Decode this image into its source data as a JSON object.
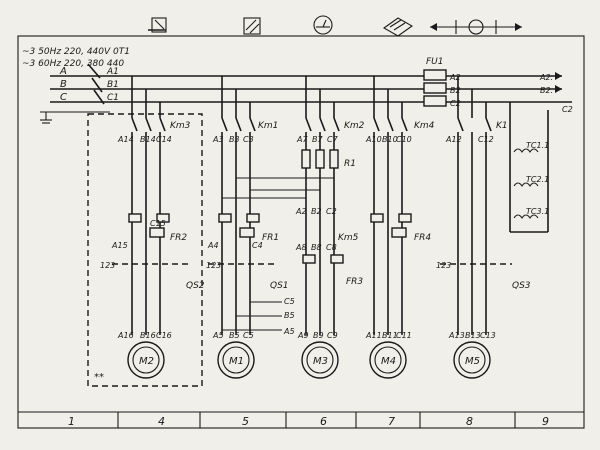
{
  "supply": {
    "line1": "~3 50Hz 220, 440V 0T1",
    "line2": "~3 60Hz 220, 380 440"
  },
  "phases": [
    "A",
    "B",
    "C"
  ],
  "bus_labels": [
    "A1",
    "B1",
    "C1"
  ],
  "fuse": {
    "name": "FU1",
    "outputs": [
      "A2",
      "B2",
      "C2"
    ]
  },
  "right_bus": [
    "A2.",
    "B2.",
    "C2"
  ],
  "column_numbers": [
    "1",
    "4",
    "5",
    "6",
    "7",
    "8",
    "9"
  ],
  "motors": [
    "M2",
    "M1",
    "M3",
    "M4",
    "M5"
  ],
  "contactors": [
    "Km3",
    "Km1",
    "Km2",
    "Km4",
    "Km5",
    "K1"
  ],
  "contact_labels": {
    "c4": [
      "A14",
      "B14",
      "C14"
    ],
    "c5": [
      "A3",
      "B3",
      "C3"
    ],
    "c6": [
      "A7",
      "B7",
      "C7"
    ],
    "c7": [
      "A10",
      "B10",
      "C10"
    ],
    "c8": [
      "A12",
      "C12"
    ],
    "c6b": [
      "A8",
      "B8",
      "C8"
    ],
    "c6c": [
      "A2",
      "B2",
      "C2"
    ]
  },
  "relays": [
    "FR2",
    "FR1",
    "FR3",
    "FR4"
  ],
  "switches": [
    "QS2",
    "QS1",
    "QS3"
  ],
  "resistor": "R1",
  "transformers": [
    "TC1.1",
    "TC2.1",
    "TC3.1"
  ],
  "misc_labels": {
    "a15": "A15",
    "c15": "C15",
    "a4": "A4",
    "c4b": "C4",
    "c5n": "C5",
    "b5n": "B5",
    "a5n": "A5",
    "c7b": "C7",
    "one23": "123",
    "stars": "**"
  },
  "motor_terminals": {
    "m2": [
      "A16",
      "B16",
      "C16"
    ],
    "m1": [
      "A5",
      "B5",
      "C5"
    ],
    "m3": [
      "A9",
      "B9",
      "C9"
    ],
    "m4": [
      "A11",
      "B11",
      "C11"
    ],
    "m5": [
      "A13",
      "B13",
      "C13"
    ]
  }
}
